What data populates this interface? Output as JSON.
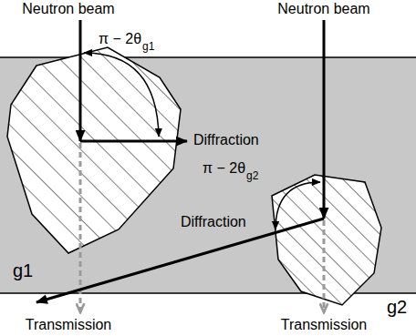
{
  "diagram": {
    "labels": [
      "Neutron beam",
      "Neutron beam",
      "π − 2θ",
      "g1",
      "Diffraction",
      "g1",
      "π − 2θ",
      "g2",
      "Diffraction",
      "g2",
      "Transmission",
      "Transmission"
    ]
  }
}
